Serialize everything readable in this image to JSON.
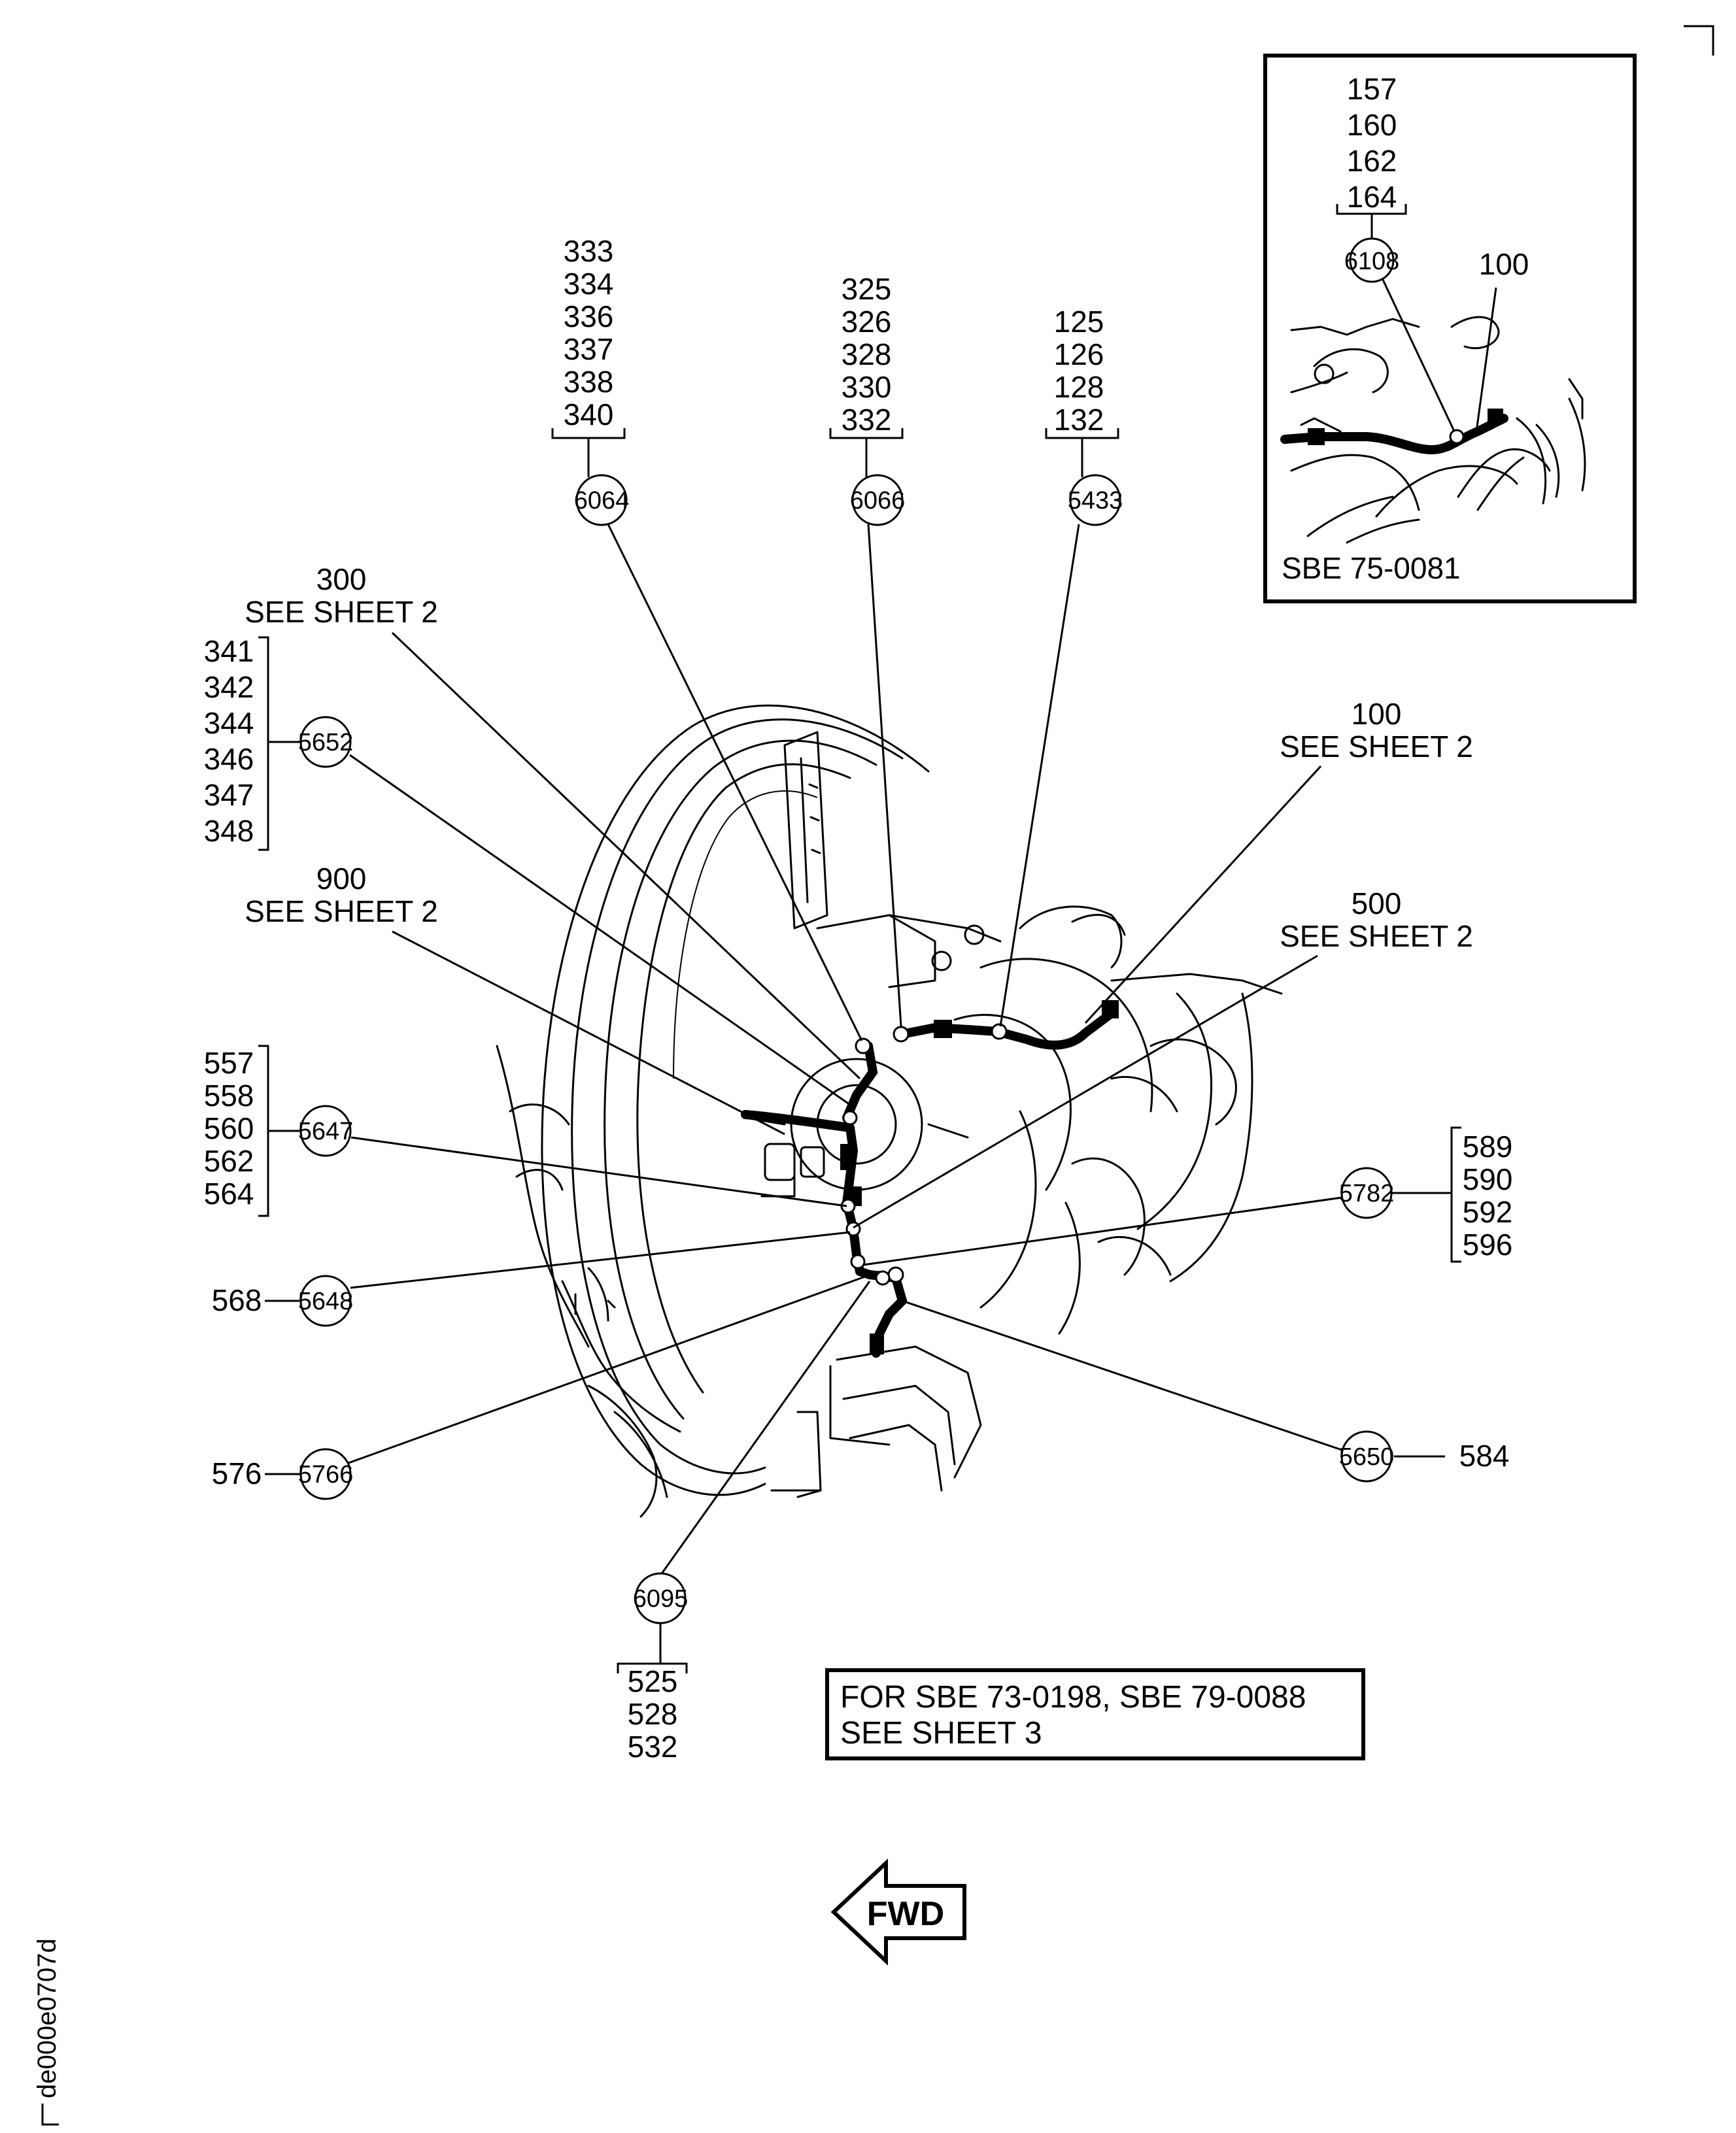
{
  "inset": {
    "item_list": [
      "157",
      "160",
      "162",
      "164"
    ],
    "bubble": "6108",
    "label_100": "100",
    "caption": "SBE 75-0081"
  },
  "callouts": {
    "c6064": {
      "bubble": "6064",
      "items": [
        "333",
        "334",
        "336",
        "337",
        "338",
        "340"
      ]
    },
    "c6066": {
      "bubble": "6066",
      "items": [
        "325",
        "326",
        "328",
        "330",
        "332"
      ]
    },
    "c5433": {
      "bubble": "5433",
      "items": [
        "125",
        "126",
        "128",
        "132"
      ]
    },
    "c5652": {
      "bubble": "5652",
      "items": [
        "341",
        "342",
        "344",
        "346",
        "347",
        "348"
      ]
    },
    "c5647": {
      "bubble": "5647",
      "items": [
        "557",
        "558",
        "560",
        "562",
        "564"
      ]
    },
    "c5782": {
      "bubble": "5782",
      "items": [
        "589",
        "590",
        "592",
        "596"
      ]
    },
    "c5648": {
      "bubble": "5648",
      "item": "568"
    },
    "c5766": {
      "bubble": "5766",
      "item": "576"
    },
    "c5650": {
      "bubble": "5650",
      "item": "584"
    },
    "c6095": {
      "bubble": "6095",
      "items": [
        "525",
        "528",
        "532"
      ]
    }
  },
  "see_sheet": {
    "s300": {
      "number": "300",
      "text": "SEE SHEET 2"
    },
    "s900": {
      "number": "900",
      "text": "SEE SHEET 2"
    },
    "s100": {
      "number": "100",
      "text": "SEE SHEET 2"
    },
    "s500": {
      "number": "500",
      "text": "SEE SHEET 2"
    }
  },
  "sbe_note": {
    "line1": "FOR SBE 73-0198,  SBE 79-0088",
    "line2": "SEE SHEET 3"
  },
  "fwd_arrow": {
    "label": "FWD"
  },
  "drawing_id": "de000e0707d"
}
